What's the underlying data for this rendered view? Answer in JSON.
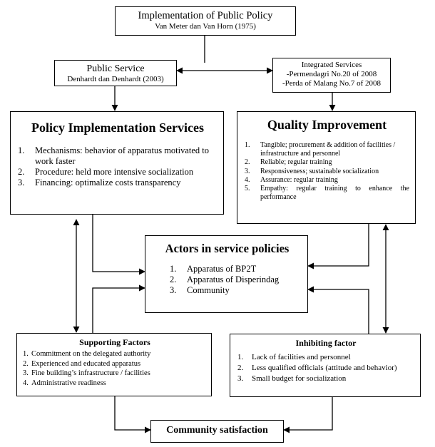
{
  "top": {
    "title": "Implementation of Public Policy",
    "subtitle": "Van Meter dan Van Horn (1975)"
  },
  "public_service": {
    "title": "Public Service",
    "subtitle": "Denhardt dan Denhardt (2003)"
  },
  "integrated_services": {
    "title": "Integrated Services",
    "lines": [
      "-Permendagri No.20 of 2008",
      "-Perda of Malang No.7 of 2008"
    ]
  },
  "policy_services": {
    "title": "Policy Implementation Services",
    "items": [
      {
        "n": "1.",
        "text": "Mechanisms: behavior of apparatus motivated to work faster"
      },
      {
        "n": "2.",
        "text": "Procedure: held more intensive socialization"
      },
      {
        "n": "3.",
        "text": "Financing: optimalize costs transparency"
      }
    ]
  },
  "quality": {
    "title": "Quality Improvement",
    "items": [
      {
        "n": "1.",
        "text": "Tangible; procurement & addition of facilities / infrastructure and personnel"
      },
      {
        "n": "2.",
        "text": "Reliable; regular training"
      },
      {
        "n": "3.",
        "text": "Responsiveness; sustainable socialization"
      },
      {
        "n": "4.",
        "text": "Assurance: regular training"
      },
      {
        "n": "5.",
        "text": "Empathy: regular training to enhance the performance"
      }
    ]
  },
  "actors": {
    "title": "Actors in service policies",
    "items": [
      {
        "n": "1.",
        "text": "Apparatus of BP2T"
      },
      {
        "n": "2.",
        "text": "Apparatus of Disperindag"
      },
      {
        "n": "3.",
        "text": "Community"
      }
    ]
  },
  "supporting": {
    "title": "Supporting Factors",
    "items": [
      {
        "n": "1.",
        "text": "Commitment on the delegated authority"
      },
      {
        "n": "2.",
        "text": "Experienced and educated apparatus"
      },
      {
        "n": "3.",
        "text": "Fine building’s infrastructure / facilities"
      },
      {
        "n": "4.",
        "text": "Administrative readiness"
      }
    ]
  },
  "inhibiting": {
    "title": "Inhibiting factor",
    "items": [
      {
        "n": "1.",
        "text": "Lack of facilities  and personnel"
      },
      {
        "n": "2.",
        "text": "Less qualified officials (attitude and behavior)"
      },
      {
        "n": "3.",
        "text": "Small budget for socialization"
      }
    ]
  },
  "community": {
    "title": "Community satisfaction"
  }
}
